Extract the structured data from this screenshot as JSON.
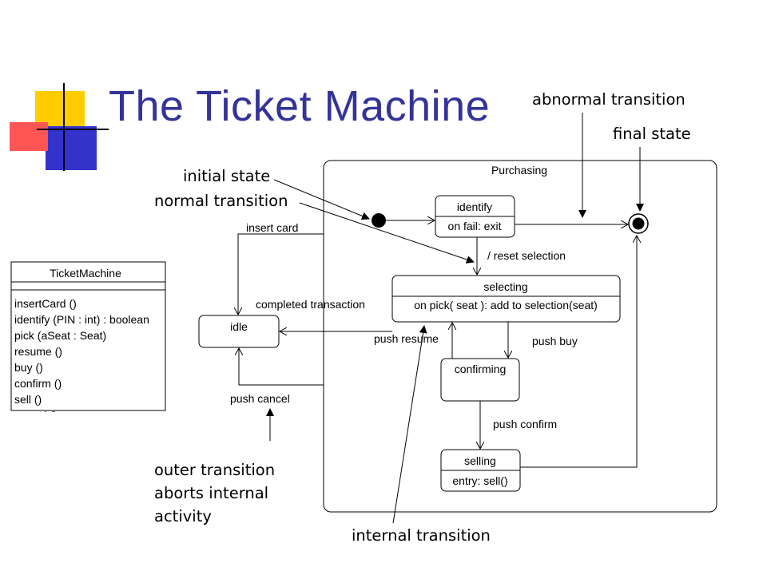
{
  "slide": {
    "title": "The Ticket Machine"
  },
  "annotations": {
    "abnormal_transition": "abnormal transition",
    "final_state": "final state",
    "initial_state": "initial state",
    "normal_transition": "normal transition",
    "outer_transition_lines": [
      "outer transition",
      "aborts internal",
      "activity"
    ],
    "internal_transition": "internal transition"
  },
  "class_box": {
    "name": "TicketMachine",
    "operations": [
      "insertCard ()",
      "identify (PIN : int) : boolean",
      "pick (aSeat : Seat)",
      "resume ()",
      "buy ()",
      "confirm ()",
      "sell ()",
      "cancel ()"
    ]
  },
  "diagram": {
    "composite_state": "Purchasing",
    "states": {
      "identify": {
        "name": "identify",
        "activity": "on fail: exit"
      },
      "selecting": {
        "name": "selecting",
        "activity": "on pick( seat ): add to selection(seat)"
      },
      "idle": {
        "name": "idle"
      },
      "confirming": {
        "name": "confirming"
      },
      "selling": {
        "name": "selling",
        "activity": "entry: sell()"
      }
    },
    "transitions": {
      "insert_card": "insert card",
      "reset_selection": "/ reset selection",
      "completed_transaction": "completed transaction",
      "push_resume": "push resume",
      "push_buy": "push buy",
      "push_cancel": "push cancel",
      "push_confirm": "push confirm"
    }
  },
  "colors": {
    "title": "#333399",
    "deco_yellow": "#ffcc00",
    "deco_blue": "#3333cc",
    "deco_red": "#ff3333"
  }
}
